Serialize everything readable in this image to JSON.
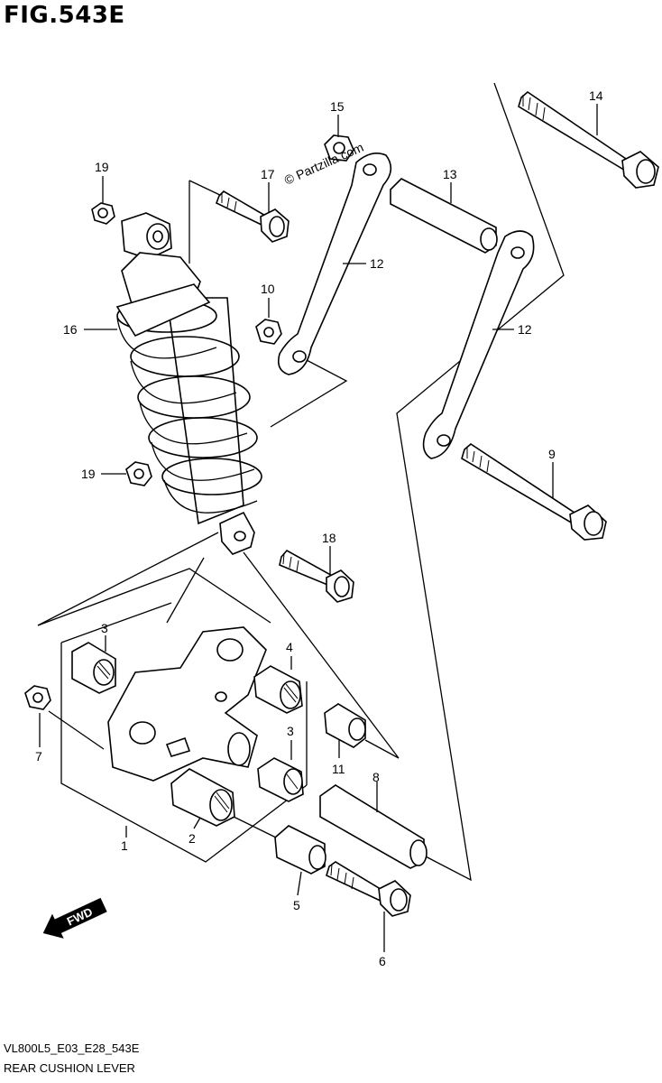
{
  "figure": {
    "title": "FIG.543E",
    "code": "VL800L5_E03_E28_543E",
    "name": "REAR CUSHION LEVER",
    "watermark": "© Partzilla.com",
    "fwd_label": "FWD"
  },
  "callouts": [
    {
      "id": "c1",
      "label": "1"
    },
    {
      "id": "c2",
      "label": "2"
    },
    {
      "id": "c3a",
      "label": "3"
    },
    {
      "id": "c3b",
      "label": "3"
    },
    {
      "id": "c4",
      "label": "4"
    },
    {
      "id": "c5",
      "label": "5"
    },
    {
      "id": "c6",
      "label": "6"
    },
    {
      "id": "c7",
      "label": "7"
    },
    {
      "id": "c8",
      "label": "8"
    },
    {
      "id": "c9",
      "label": "9"
    },
    {
      "id": "c10",
      "label": "10"
    },
    {
      "id": "c11",
      "label": "11"
    },
    {
      "id": "c12a",
      "label": "12"
    },
    {
      "id": "c12b",
      "label": "12"
    },
    {
      "id": "c13",
      "label": "13"
    },
    {
      "id": "c14",
      "label": "14"
    },
    {
      "id": "c15",
      "label": "15"
    },
    {
      "id": "c16",
      "label": "16"
    },
    {
      "id": "c17",
      "label": "17"
    },
    {
      "id": "c18",
      "label": "18"
    },
    {
      "id": "c19a",
      "label": "19"
    },
    {
      "id": "c19b",
      "label": "19"
    }
  ]
}
